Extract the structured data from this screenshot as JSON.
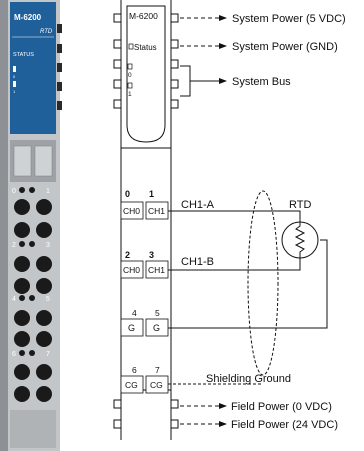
{
  "module": {
    "model": "M-6200",
    "type": "RTD",
    "status_label": "STATUS",
    "led_labels": [
      "0",
      "1"
    ],
    "terminal_numbers": [
      "0",
      "1",
      "2",
      "3",
      "4",
      "5",
      "6",
      "7"
    ]
  },
  "diagram": {
    "header_model": "M-6200",
    "status_label": "Status",
    "bit_labels": [
      "0",
      "1"
    ],
    "terminals": [
      {
        "num": "0",
        "label": "CH0"
      },
      {
        "num": "1",
        "label": "CH1"
      },
      {
        "num": "2",
        "label": "CH0"
      },
      {
        "num": "3",
        "label": "CH1"
      },
      {
        "num": "4",
        "label": "G"
      },
      {
        "num": "5",
        "label": "G"
      },
      {
        "num": "6",
        "label": "CG"
      },
      {
        "num": "7",
        "label": "CG"
      }
    ],
    "wire_labels": {
      "ch1a": "CH1-A",
      "ch1b": "CH1-B",
      "rtd": "RTD",
      "shield": "Shielding Ground"
    },
    "annotations": {
      "sys_power_5v": "System Power (5 VDC)",
      "sys_power_gnd": "System Power (GND)",
      "system_bus": "System Bus",
      "field_power_0v": "Field Power (0 VDC)",
      "field_power_24v": "Field Power (24 VDC)"
    },
    "colors": {
      "module_blue": "#1f5f9a",
      "module_gray": "#b5b8bb",
      "terminal_black": "#1a1a1a"
    }
  }
}
